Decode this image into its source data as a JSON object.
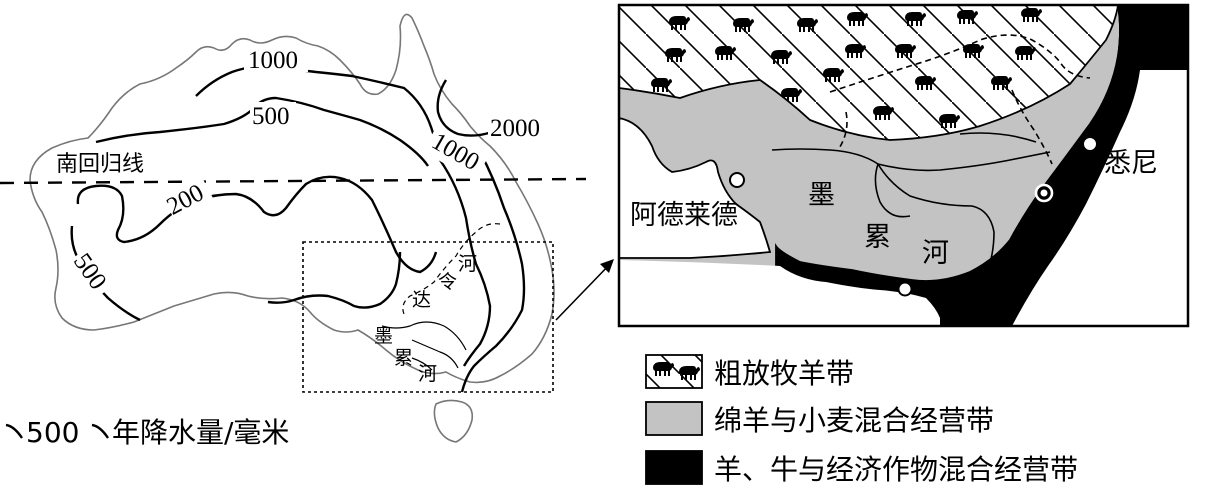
{
  "map": {
    "isohyets": [
      "1000",
      "500",
      "2000",
      "1000",
      "200",
      "500"
    ],
    "tropic_label": "南回归线",
    "river_chars_left": [
      "墨",
      "累",
      "河",
      "达",
      "令",
      "河"
    ],
    "isohyet_legend": {
      "value": "500",
      "text": "年降水量/毫米"
    }
  },
  "inset": {
    "cities": [
      "阿德莱德",
      "悉尼"
    ],
    "river_chars": [
      "墨",
      "累",
      "河"
    ]
  },
  "legend": [
    {
      "label": "粗放牧羊带",
      "color": "#ffffff",
      "pattern": "hatch-sheep"
    },
    {
      "label": "绵羊与小麦混合经营带",
      "color": "#c3c3c3",
      "pattern": "solid"
    },
    {
      "label": "羊、牛与经济作物混合经营带",
      "color": "#000000",
      "pattern": "solid"
    }
  ]
}
